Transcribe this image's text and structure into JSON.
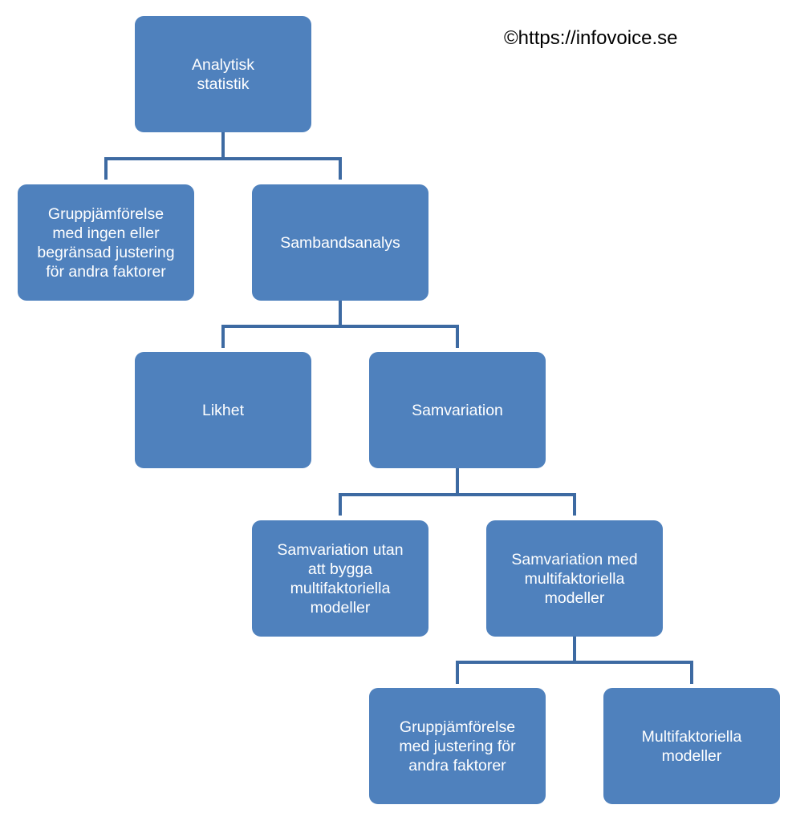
{
  "copyright": "©https://infovoice.se",
  "colors": {
    "box": "#4f81bd",
    "connector": "#3d6aa2",
    "text": "#ffffff"
  },
  "nodes": {
    "root": "Analytisk\nstatistik",
    "gruppjamforelse_begransad": "Gruppjämförelse\nmed ingen eller\nbegränsad justering\nför andra faktorer",
    "sambandsanalys": "Sambandsanalys",
    "likhet": "Likhet",
    "samvariation": "Samvariation",
    "samvariation_utan": "Samvariation utan\natt bygga\nmultifaktoriella\nmodeller",
    "samvariation_med": "Samvariation med\nmultifaktoriella\nmodeller",
    "gruppjamforelse_justering": "Gruppjämförelse\nmed justering för\nandra faktorer",
    "multifaktoriella": "Multifaktoriella\nmodeller"
  }
}
